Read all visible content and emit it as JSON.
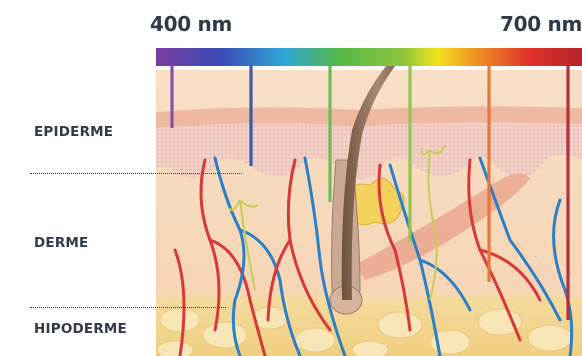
{
  "spectrum": {
    "start_label": "400 nm",
    "end_label": "700 nm",
    "colors": [
      "#7b3ea3",
      "#3a49b4",
      "#2fa5d8",
      "#56b848",
      "#8cc63f",
      "#f2e21b",
      "#f08a24",
      "#e0302b",
      "#b5232a"
    ]
  },
  "layers": {
    "epidermis": "EPIDERME",
    "dermis": "DERME",
    "hypodermis": "HIPODERME"
  },
  "penetration_lines": [
    {
      "color": "#8a4fa8",
      "depth": "epidermis"
    },
    {
      "color": "#3d5aa8",
      "depth": "epidermis"
    },
    {
      "color": "#6cbd5a",
      "depth": "dermis"
    },
    {
      "color": "#93c64a",
      "depth": "dermis"
    },
    {
      "color": "#e8783a",
      "depth": "dermis"
    },
    {
      "color": "#b3323a",
      "depth": "hypodermis"
    }
  ],
  "vessel_colors": {
    "artery": "#d7383a",
    "vein": "#2b7fc4",
    "nerve": "#c8cc55"
  }
}
